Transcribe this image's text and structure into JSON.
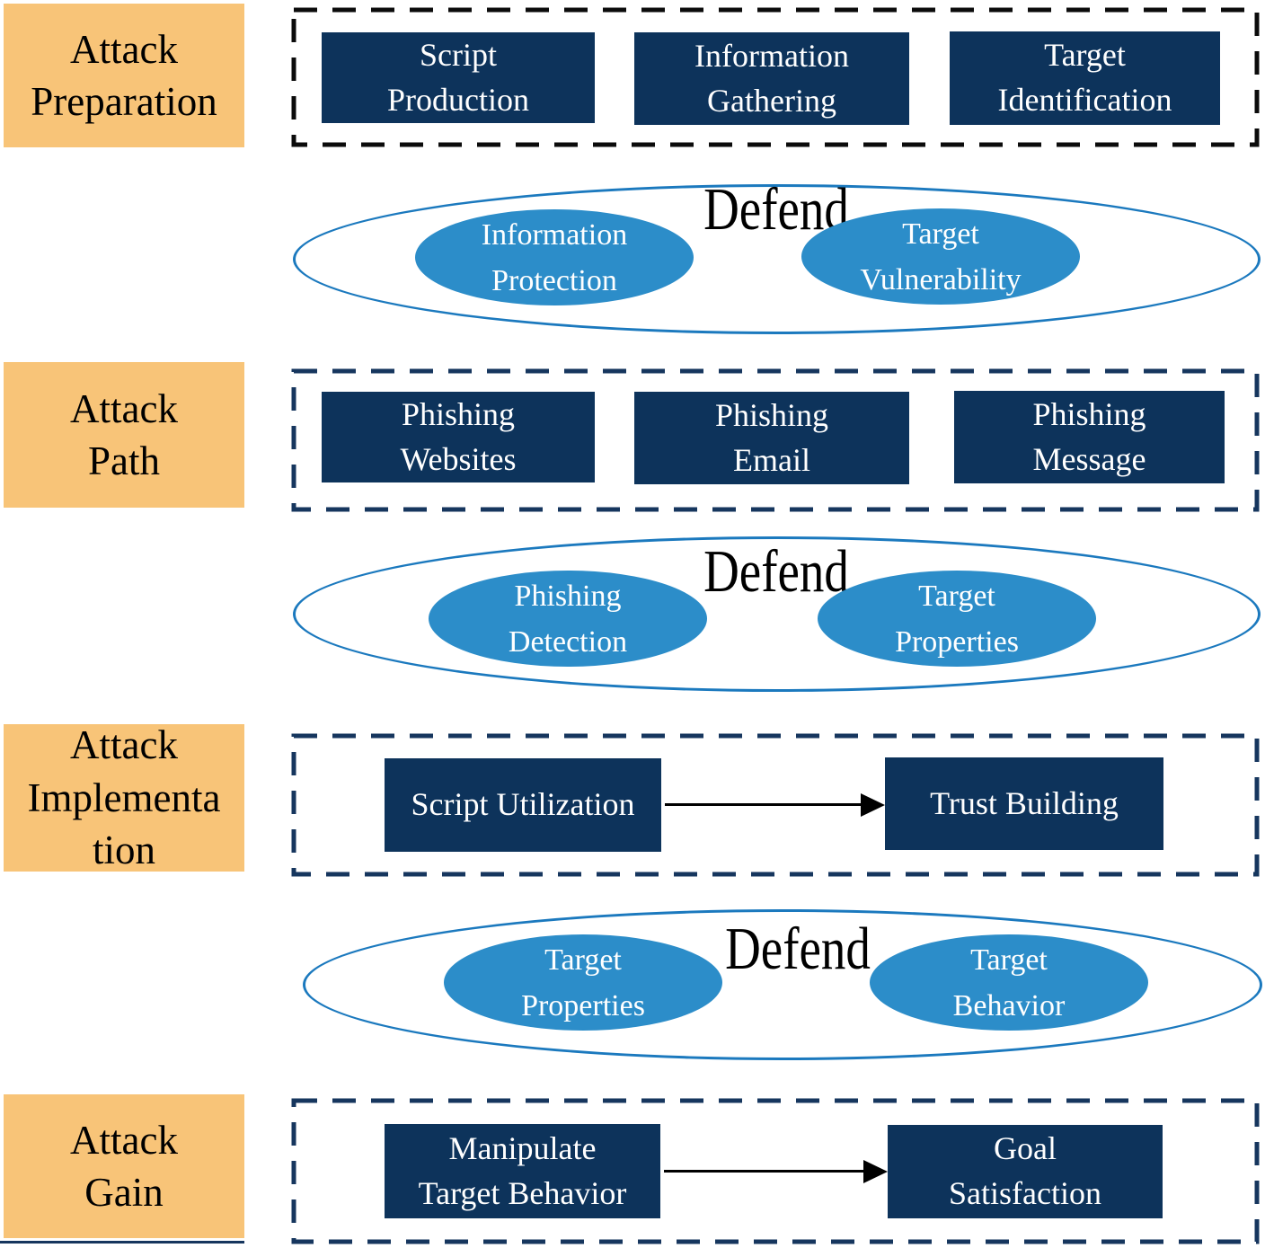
{
  "colors": {
    "phase_orange": "#F8C478",
    "node_navy": "#0D335B",
    "defend_blue": "#2C8DC9",
    "defend_outline_blue": "#1B79BE",
    "dashed_border_black": "#0B0B0B",
    "dashed_border_navy": "#16365E",
    "arrow_black": "#000000",
    "text_light": "#FFFFFF",
    "text_dark": "#000000"
  },
  "phases": [
    {
      "id": "attack-preparation",
      "label": "Attack\nPreparation",
      "boxes": [
        "Script\nProduction",
        "Information\nGathering",
        "Target\nIdentification"
      ]
    },
    {
      "id": "attack-path",
      "label": "Attack\nPath",
      "boxes": [
        "Phishing\nWebsites",
        "Phishing\nEmail",
        "Phishing\nMessage"
      ]
    },
    {
      "id": "attack-implementation",
      "label": "Attack\nImplementa\ntion",
      "boxes": [
        "Script Utilization",
        "Trust Building"
      ]
    },
    {
      "id": "attack-gain",
      "label": "Attack\nGain",
      "boxes": [
        "Manipulate\nTarget Behavior",
        "Goal\nSatisfaction"
      ]
    }
  ],
  "defend_groups": [
    {
      "title": "Defend",
      "items": [
        "Information\nProtection",
        "Target\nVulnerability"
      ]
    },
    {
      "title": "Defend",
      "items": [
        "Phishing\nDetection",
        "Target\nProperties"
      ]
    },
    {
      "title": "Defend",
      "items": [
        "Target\nProperties",
        "Target\nBehavior"
      ]
    }
  ]
}
